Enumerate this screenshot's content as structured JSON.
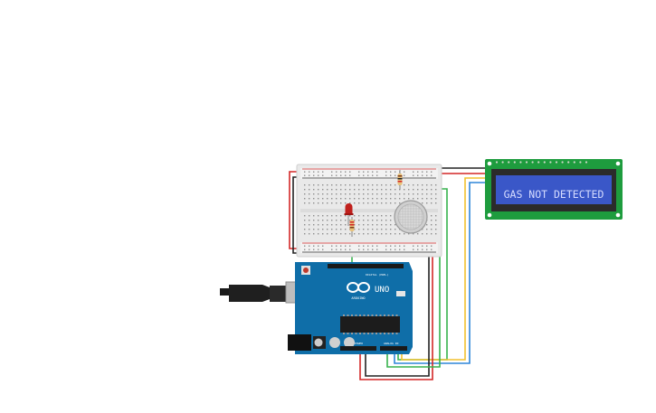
{
  "lcd": {
    "text": "GAS NOT DETECTED",
    "screen_color": "#3a57c8",
    "text_color": "#d6dcff",
    "pcb_color": "#1e9c3e"
  },
  "arduino": {
    "model_label": "UNO",
    "brand_label": "ARDUINO",
    "digital_label": "DIGITAL (PWM~)",
    "power_label": "POWER",
    "analog_label": "ANALOG IN",
    "board_color": "#0f6ea8"
  },
  "wires": {
    "red": "#d32727",
    "black": "#222222",
    "green": "#37b24d",
    "yellow": "#f2c12e",
    "blue": "#2f86d8"
  },
  "components": {
    "led_color": "#c0201c",
    "gas_sensor": "MQ gas sensor"
  }
}
